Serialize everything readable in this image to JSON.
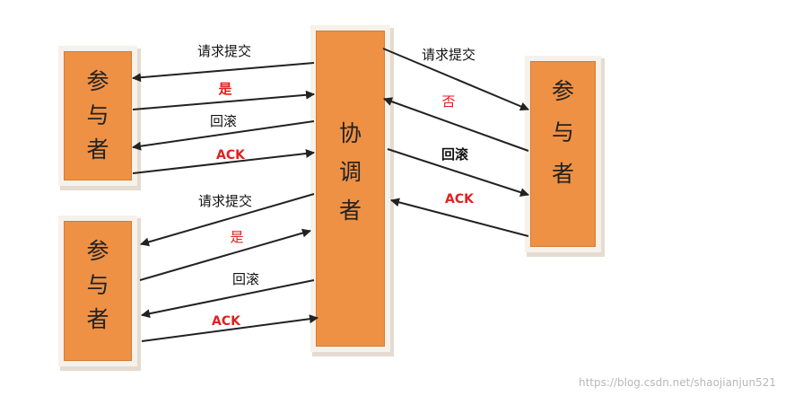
{
  "participant_label": "参与者",
  "coordinator_label": "协调者",
  "labels": {
    "request_commit": "请求提交",
    "yes": "是",
    "no": "否",
    "rollback": "回滚",
    "ack": "ACK"
  },
  "colors": {
    "box_fill": "#ee9145",
    "red_text": "#e02020",
    "arrow": "#222222"
  },
  "watermark": "https://blog.csdn.net/shaojianjun521"
}
